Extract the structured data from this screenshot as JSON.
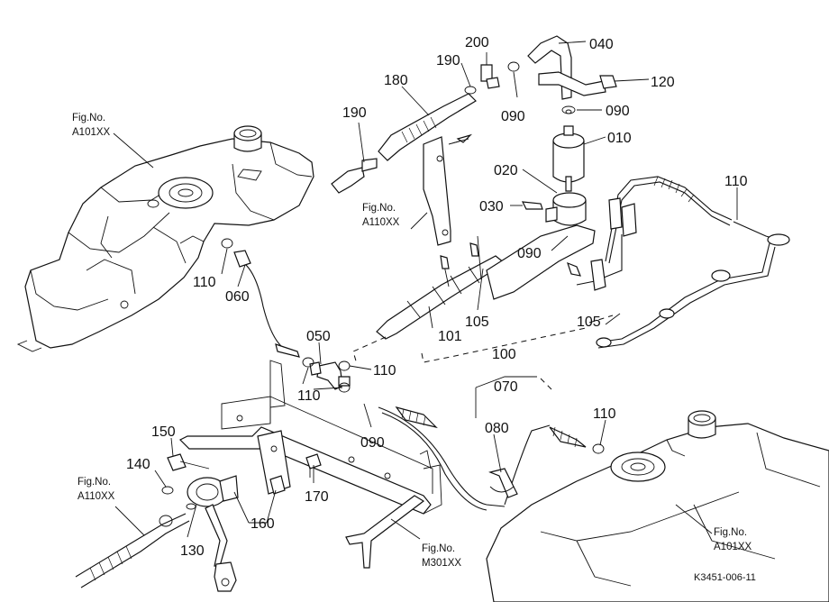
{
  "drawing_code": "K3451-006-11",
  "fig_refs": {
    "tank_left": {
      "line1": "Fig.No.",
      "line2": "A101XX"
    },
    "bracket_mid": {
      "line1": "Fig.No.",
      "line2": "A110XX"
    },
    "cable_left": {
      "line1": "Fig.No.",
      "line2": "A110XX"
    },
    "frame_bottom": {
      "line1": "Fig.No.",
      "line2": "M301XX"
    },
    "tank_right": {
      "line1": "Fig.No.",
      "line2": "A101XX"
    }
  },
  "callouts": [
    {
      "id": "200",
      "label": "200"
    },
    {
      "id": "040",
      "label": "040"
    },
    {
      "id": "190a",
      "label": "190"
    },
    {
      "id": "180",
      "label": "180"
    },
    {
      "id": "120",
      "label": "120"
    },
    {
      "id": "190b",
      "label": "190"
    },
    {
      "id": "090a",
      "label": "090"
    },
    {
      "id": "090b",
      "label": "090"
    },
    {
      "id": "010",
      "label": "010"
    },
    {
      "id": "020",
      "label": "020"
    },
    {
      "id": "110a",
      "label": "110"
    },
    {
      "id": "030",
      "label": "030"
    },
    {
      "id": "090c",
      "label": "090"
    },
    {
      "id": "110b",
      "label": "110"
    },
    {
      "id": "060",
      "label": "060"
    },
    {
      "id": "105a",
      "label": "105"
    },
    {
      "id": "101",
      "label": "101"
    },
    {
      "id": "105b",
      "label": "105"
    },
    {
      "id": "050",
      "label": "050"
    },
    {
      "id": "100",
      "label": "100"
    },
    {
      "id": "110c",
      "label": "110"
    },
    {
      "id": "110d",
      "label": "110"
    },
    {
      "id": "070",
      "label": "070"
    },
    {
      "id": "110e",
      "label": "110"
    },
    {
      "id": "090d",
      "label": "090"
    },
    {
      "id": "080",
      "label": "080"
    },
    {
      "id": "150",
      "label": "150"
    },
    {
      "id": "140",
      "label": "140"
    },
    {
      "id": "170",
      "label": "170"
    },
    {
      "id": "160",
      "label": "160"
    },
    {
      "id": "130",
      "label": "130"
    }
  ]
}
